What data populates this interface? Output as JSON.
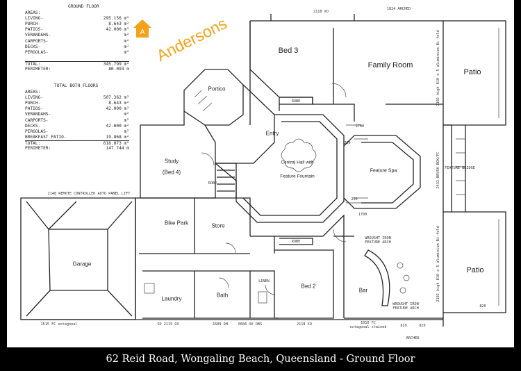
{
  "ground_floor": {
    "title": "GROUND FLOOR",
    "rows": [
      {
        "label": "AREAS:",
        "value": ""
      },
      {
        "label": "LIVING-",
        "value": "295.156 m²"
      },
      {
        "label": "PORCH-",
        "value": "8.643 m²"
      },
      {
        "label": "PATIOS-",
        "value": "42.000 m²"
      },
      {
        "label": "VERANDAHS-",
        "value": "m²"
      },
      {
        "label": "CARPORTS-",
        "value": "m²"
      },
      {
        "label": "DECKS-",
        "value": "m²"
      },
      {
        "label": "PERGOLAS-",
        "value": "m²"
      },
      {
        "label": "",
        "value": ""
      },
      {
        "label": "TOTAL:",
        "value": "345.799 m²"
      },
      {
        "label": "PERIMETER:",
        "value": "80.093 m"
      }
    ]
  },
  "both_floors": {
    "title": "TOTAL BOTH FLOORS",
    "rows": [
      {
        "label": "AREAS:",
        "value": ""
      },
      {
        "label": "LIVING-",
        "value": "507.362 m²"
      },
      {
        "label": "PORCH-",
        "value": "8.643 m²"
      },
      {
        "label": "PATIOS-",
        "value": "42.000 m²"
      },
      {
        "label": "VERANDAHS-",
        "value": "m²"
      },
      {
        "label": "CARPORTS-",
        "value": "m²"
      },
      {
        "label": "DECKS-",
        "value": "42.000 m²"
      },
      {
        "label": "PERGOLAS-",
        "value": "m²"
      },
      {
        "label": "BREAKFAST PATIO-",
        "value": "19.868 m²"
      },
      {
        "label": "TOTAL:",
        "value": "618.873 m²"
      },
      {
        "label": "PERIMETER:",
        "value": "147.744 m"
      }
    ]
  },
  "brand": "Andersons",
  "rooms": {
    "bed3": "Bed 3",
    "family": "Family Room",
    "patio_top": "Patio",
    "portico": "Portico",
    "entry": "Entry",
    "study": "Study",
    "study_sub": "(Bed 4)",
    "central": "Central Hall with",
    "central_sub": "Feature Fountain",
    "spa": "Feature Spa",
    "bike": "Bike Park",
    "store": "Store",
    "garage": "Garage",
    "laundry": "Laundry",
    "bath": "Bath",
    "bed2": "Bed 2",
    "bar": "Bar",
    "patio_bottom": "Patio",
    "robe1": "ROBE",
    "robe2": "ROBE",
    "robe3": "ROBE",
    "linen": "LINEN"
  },
  "annotations": {
    "dim_1700_top": "1700",
    "dim_250_top": "250",
    "dim_250_bot": "250",
    "dim_1700_bot": "1700",
    "garage_door": "2148 REMOTE CONTROLLED AUTO PANEL LIFT",
    "bottom_1515": "1515 FC octagonal",
    "bottom_sd": "SD 2115 OX",
    "bottom_1509": "1509 DH",
    "bottom_0806": "0606 OX OBS",
    "bottom_2118": "2118 XO",
    "bottom_1010": "1010 FC",
    "bottom_1010_sub": "octagonal stained",
    "arch_820a": "820",
    "arch_820b": "820",
    "arched": "ARCHED",
    "wrought_top": "WROUGHT IRON",
    "wrought_top_sub": "FEATURE ARCH",
    "wrought_bot": "WROUGHT IRON",
    "wrought_bot_sub": "FEATURE ARCH",
    "top_2118": "2118 XO",
    "top_arched": "1824 ARCHED",
    "feature_bridge": "FEATURE BRIDGE",
    "bottom_820_right": "820",
    "right_top_window": "2102 high 810 x 5 aluminium Bi-fold",
    "right_bot_window": "2102 high 810 x 5 aluminium Bi-fold",
    "right_mid_window": "2432 BRUSH BOX/FC"
  },
  "caption": "62 Reid Road, Wongaling Beach, Queensland - Ground Floor"
}
